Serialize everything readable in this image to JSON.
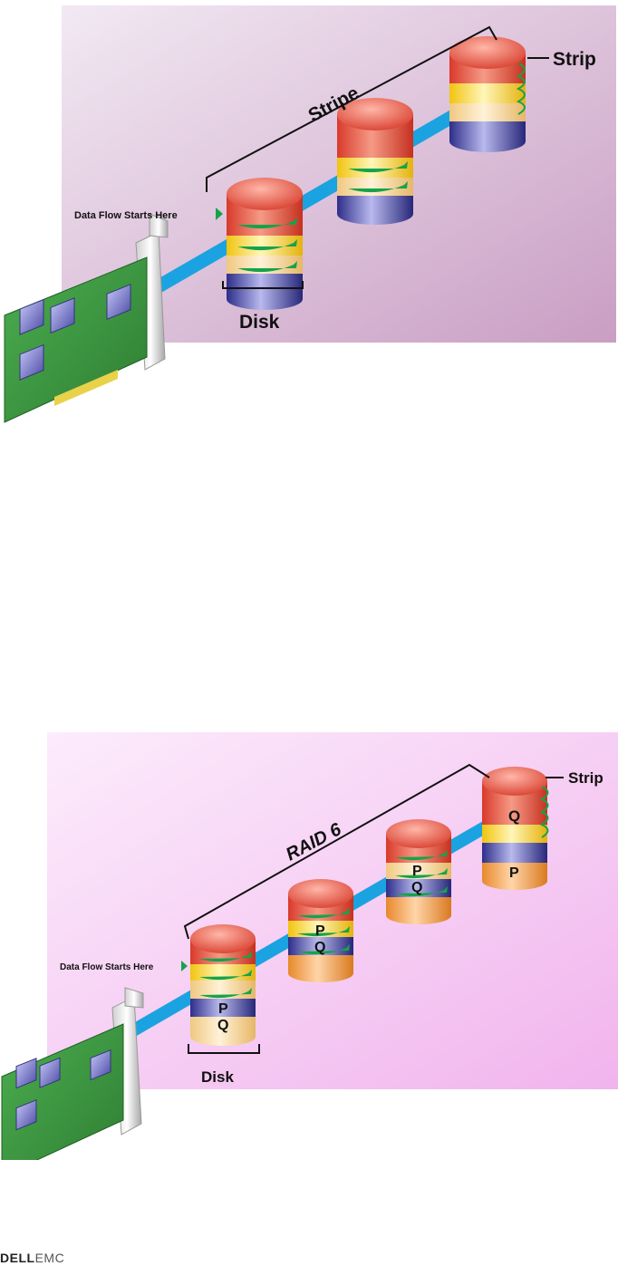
{
  "figure1": {
    "stripe_label": "Stripe",
    "strip_label": "Strip",
    "disk_label": "Disk",
    "data_flow_label": "Data Flow Starts Here",
    "colors": {
      "background_top": "#f0e6f2",
      "background_bottom": "#c99fc4",
      "pipe": "#1aa3e0",
      "card": "#3a9a3a"
    }
  },
  "figure2": {
    "raid_label": "RAID 6",
    "strip_label": "Strip",
    "disk_label": "Disk",
    "data_flow_label": "Data Flow Starts Here",
    "disk1_parity": [
      "P",
      "Q"
    ],
    "disk2_parity": [
      "P",
      "Q"
    ],
    "disk3_parity": [
      "P",
      "Q"
    ],
    "disk4_parity": [
      "Q",
      "P"
    ],
    "colors": {
      "background_top": "#fbeafb",
      "background_bottom": "#f2b6ee",
      "pipe": "#1aa3e0",
      "card": "#3a9a3a"
    }
  },
  "footer": {
    "brand_part1": "DELL",
    "brand_part2": "EMC"
  }
}
